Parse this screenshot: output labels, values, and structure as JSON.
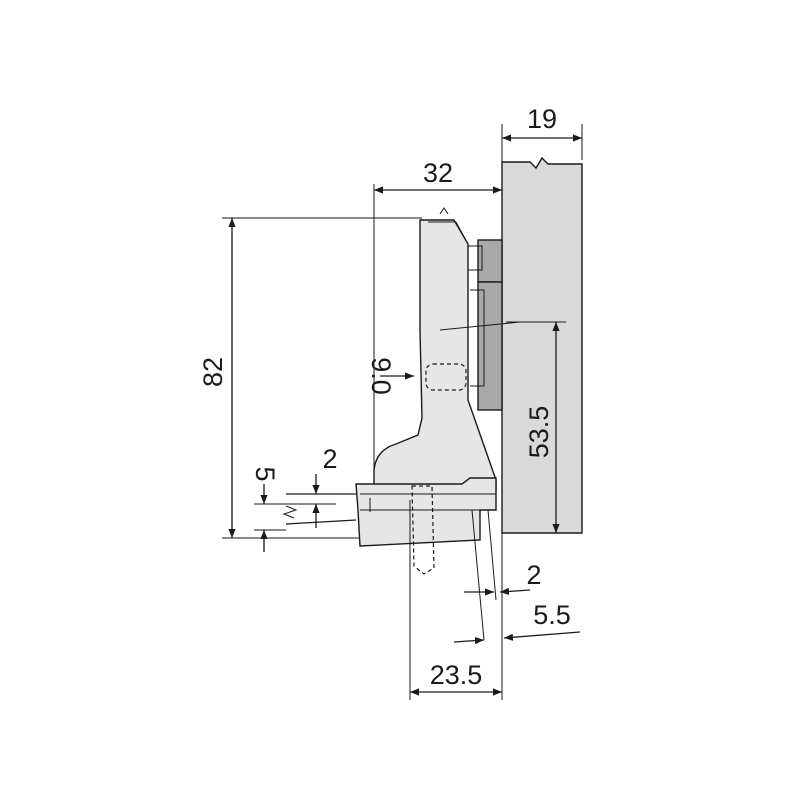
{
  "diagram": {
    "colors": {
      "line": "#1a1a1a",
      "part_fill": "#e6e6e6",
      "panel_fill": "#d9d9d9",
      "plate_fill": "#a9a9a9",
      "background": "#ffffff"
    },
    "dimensions": {
      "panel_thickness": "19",
      "cup_offset": "32",
      "hinge_height": "82",
      "screw_offset": "9.0",
      "mount_height": "53.5",
      "gap_left": "5",
      "gap_top": "2",
      "gap_bottom": "2",
      "door_offset": "5.5",
      "base_width": "23.5"
    }
  }
}
